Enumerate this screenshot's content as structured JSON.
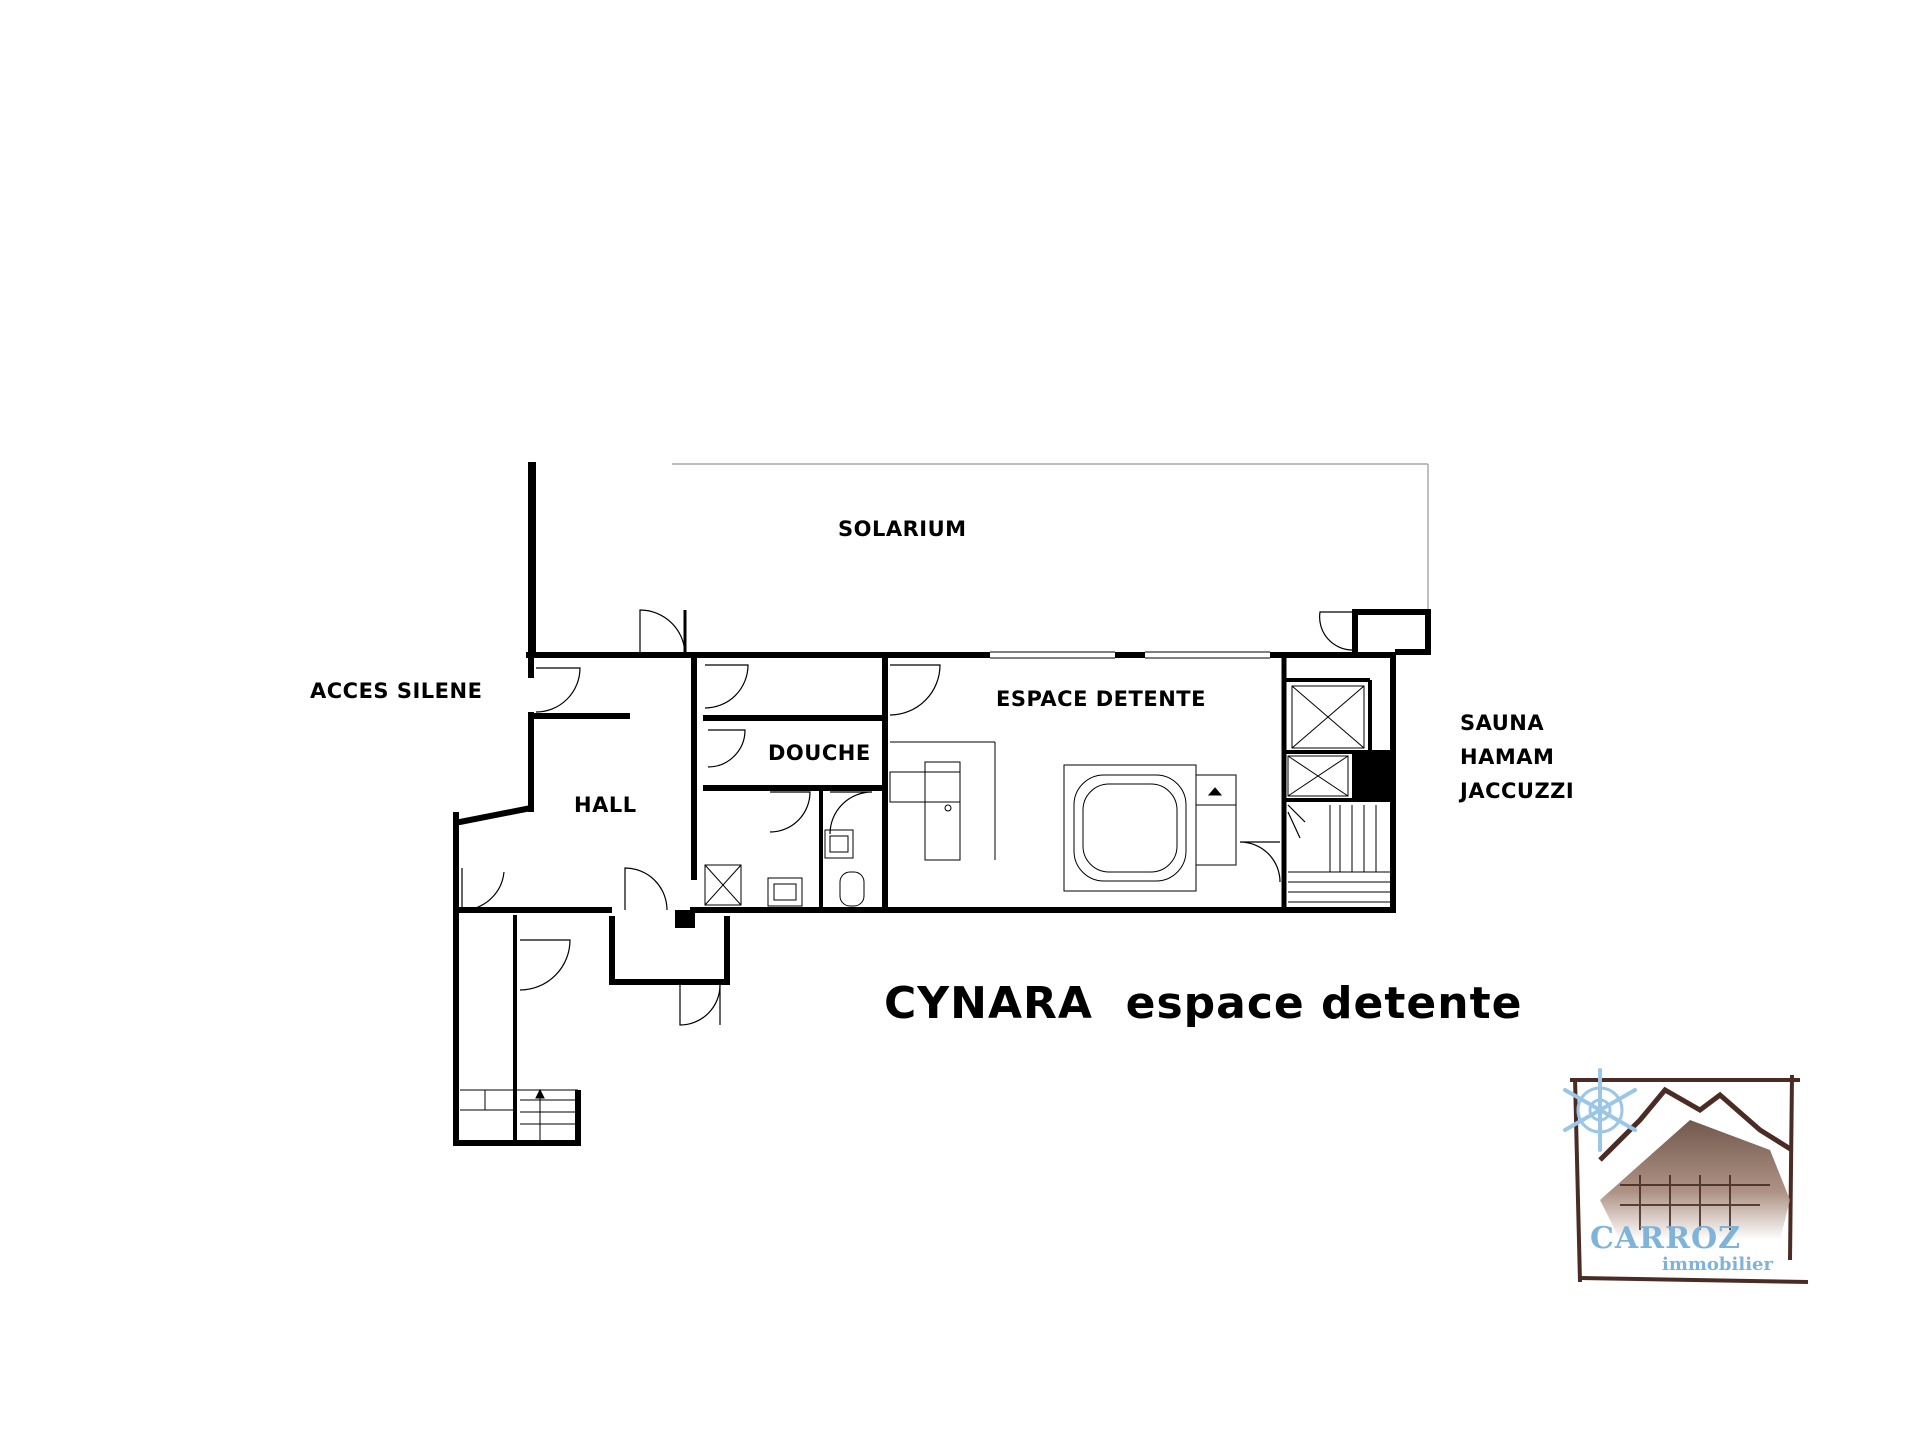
{
  "plan": {
    "rooms": {
      "solarium": "SOLARIUM",
      "acces_silene": "ACCES SILENE",
      "espace_detente": "ESPACE DETENTE",
      "douche": "DOUCHE",
      "hall": "HALL",
      "sauna": "SAUNA",
      "hamam": "HAMAM",
      "jaccuzzi": "JACCUZZI"
    },
    "title": "CYNARA  espace detente"
  },
  "logo": {
    "name": "CARROZ",
    "subtitle": "immobilier",
    "colors": {
      "frame": "#4a2c24",
      "text": "#7fb3d9",
      "snowflake": "#9cc6e8"
    }
  },
  "colors": {
    "wall": "#000000",
    "background": "#ffffff",
    "thin_line": "#999999"
  }
}
